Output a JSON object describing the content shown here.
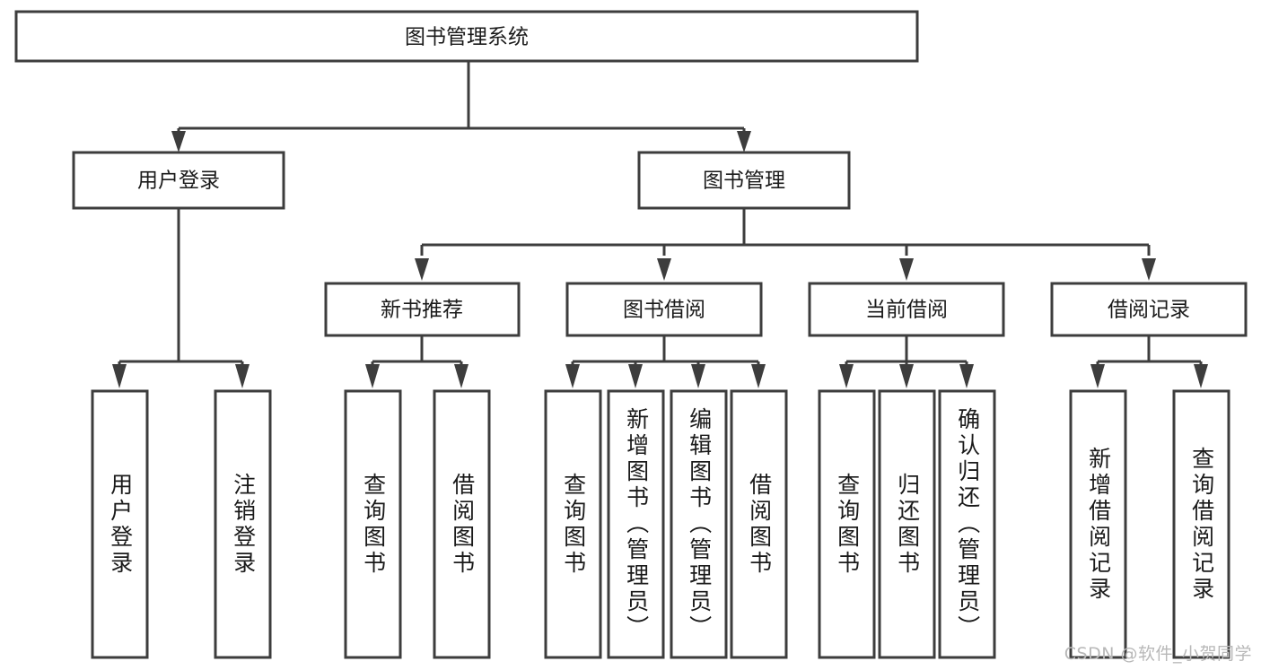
{
  "diagram": {
    "title": "图书管理系统",
    "type": "tree-hierarchy",
    "watermark": "CSDN @软件_小贺同学",
    "colors": {
      "stroke": "#3d3d3d",
      "fill": "#ffffff",
      "text": "#1a1a1a",
      "watermark": "#b8b8b8",
      "background": "#ffffff"
    },
    "root": {
      "label": "图书管理系统"
    },
    "level2": [
      {
        "label": "用户登录"
      },
      {
        "label": "图书管理"
      }
    ],
    "level3": [
      {
        "label": "新书推荐"
      },
      {
        "label": "图书借阅"
      },
      {
        "label": "当前借阅"
      },
      {
        "label": "借阅记录"
      }
    ],
    "leaves": {
      "user_login": [
        {
          "label": "用户登录"
        },
        {
          "label": "注销登录"
        }
      ],
      "new_book_recommend": [
        {
          "label": "查询图书"
        },
        {
          "label": "借阅图书"
        }
      ],
      "book_borrow": [
        {
          "label": "查询图书"
        },
        {
          "label": "新增图书（管理员）"
        },
        {
          "label": "编辑图书（管理员）"
        },
        {
          "label": "借阅图书"
        }
      ],
      "current_borrow": [
        {
          "label": "查询图书"
        },
        {
          "label": "归还图书"
        },
        {
          "label": "确认归还（管理员）"
        }
      ],
      "borrow_record": [
        {
          "label": "新增借阅记录"
        },
        {
          "label": "查询借阅记录"
        }
      ]
    }
  }
}
